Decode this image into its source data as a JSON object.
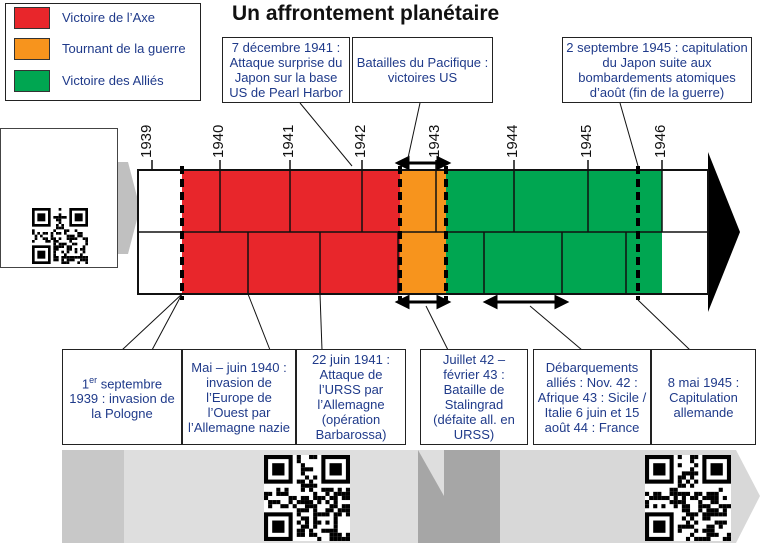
{
  "title": "Un affrontement planétaire",
  "legend": [
    {
      "label": "Victoire de l’Axe",
      "color": "#e8262b"
    },
    {
      "label": "Tournant de la guerre",
      "color": "#f7941d"
    },
    {
      "label": "Victoire des Alliés",
      "color": "#00a651"
    }
  ],
  "years": [
    "1939",
    "1940",
    "1941",
    "1942",
    "1943",
    "1944",
    "1945",
    "1946"
  ],
  "top_events": {
    "pearl_harbor": "7 décembre 1941 : Attaque surprise du Japon sur la base US de Pearl Harbor",
    "pacifique": "Batailles du Pacifique : victoires US",
    "capitulation_japon": "2 septembre 1945 : capitulation du Japon suite aux bombardements atomiques d’août (fin de la guerre)"
  },
  "bottom_events": {
    "pologne_sup": "er",
    "pologne_pre": "1",
    "pologne": " septembre 1939 : invasion de la Pologne",
    "europe_ouest": "Mai – juin 1940 : invasion de l’Europe de l’Ouest par l’Allemagne nazie",
    "barbarossa": "22 juin 1941 : Attaque de l’URSS par l’Allemagne (opération Barbarossa)",
    "stalingrad": "Juillet 42 – février 43 : Bataille de Stalingrad (défaite all. en URSS)",
    "debarquements": "Débarquements alliés : Nov. 42 : Afrique 43 : Sicile / Italie 6 juin et 15 août 44 : France",
    "capitulation_allemande": "8 mai 1945 : Capitulation allemande"
  },
  "colors": {
    "axe": "#e8262b",
    "tournant": "#f7941d",
    "allies": "#00a651",
    "text_blue": "#1f3a8a"
  }
}
